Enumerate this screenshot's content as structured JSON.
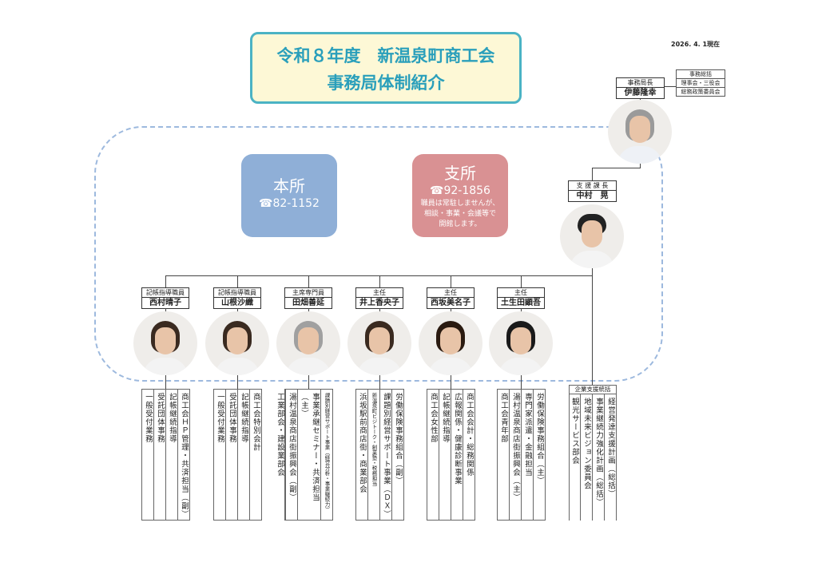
{
  "title": {
    "line1": "令和８年度　新温泉町商工会",
    "line2": "事務局体制紹介"
  },
  "date": "2026. 4. 1現在",
  "honsho": {
    "name": "本所",
    "tel": "☎82-1152"
  },
  "shisho": {
    "name": "支所",
    "tel": "☎92-1856",
    "note1": "職員は常駐しませんが、",
    "note2": "相談・事業・会議等で",
    "note3": "開館します。"
  },
  "director": {
    "role": "事務局長",
    "name": "伊藤隆幸"
  },
  "general": {
    "header": "事務総括",
    "items": [
      "理事会・三役会",
      "総務政策委員会"
    ]
  },
  "manager": {
    "role": "支 援 課 長",
    "name": "中村　晃"
  },
  "staff": [
    {
      "role": "記帳指導職員",
      "name": "西村晴子",
      "tasks": [
        "商工会ＨＰ管理・共済担当（副）",
        "記帳継続指導",
        "受託団体事務",
        "一般受付業務"
      ]
    },
    {
      "role": "記帳指導職員",
      "name": "山根沙織",
      "tasks": [
        "商工会特別会計",
        "記帳継続指導",
        "受託団体事務",
        "一般受付業務"
      ]
    },
    {
      "role": "主席専門員",
      "name": "田畑善延",
      "tasks": [
        "課題別経営サポート事業（経営分析・事業継続力）",
        "事業承継セミナー・共済担当（主）",
        "湯村温泉商店街振興会（副）",
        "工業部会・建設業部会"
      ]
    },
    {
      "role": "主任",
      "name": "井上香央子",
      "tasks": [
        "労働保険事務組合（副）",
        "課題別経営サポート事業（ＤＸ）",
        "新温泉町ビジトーク・創業塾・税務担当",
        "浜坂駅前商店街・商業部会"
      ]
    },
    {
      "role": "主任",
      "name": "西坂美名子",
      "tasks": [
        "商工会会計・総務関係",
        "広報関係・健康診断事業",
        "記帳継続指導",
        "商工会女性部"
      ]
    },
    {
      "role": "主任",
      "name": "土生田顕吾",
      "tasks": [
        "労働保険事務組合（主）",
        "専門家派遣・金融担当",
        "湯村温泉商店街振興会（主）",
        "商工会青年部"
      ]
    }
  ],
  "manager_tasks": {
    "header": "企業支援統括",
    "tasks": [
      "経営発達支援計画（総括）",
      "事業継続力強化計画（総括）",
      "地域未来ビジョン委員会",
      "観光サービス部会"
    ]
  }
}
